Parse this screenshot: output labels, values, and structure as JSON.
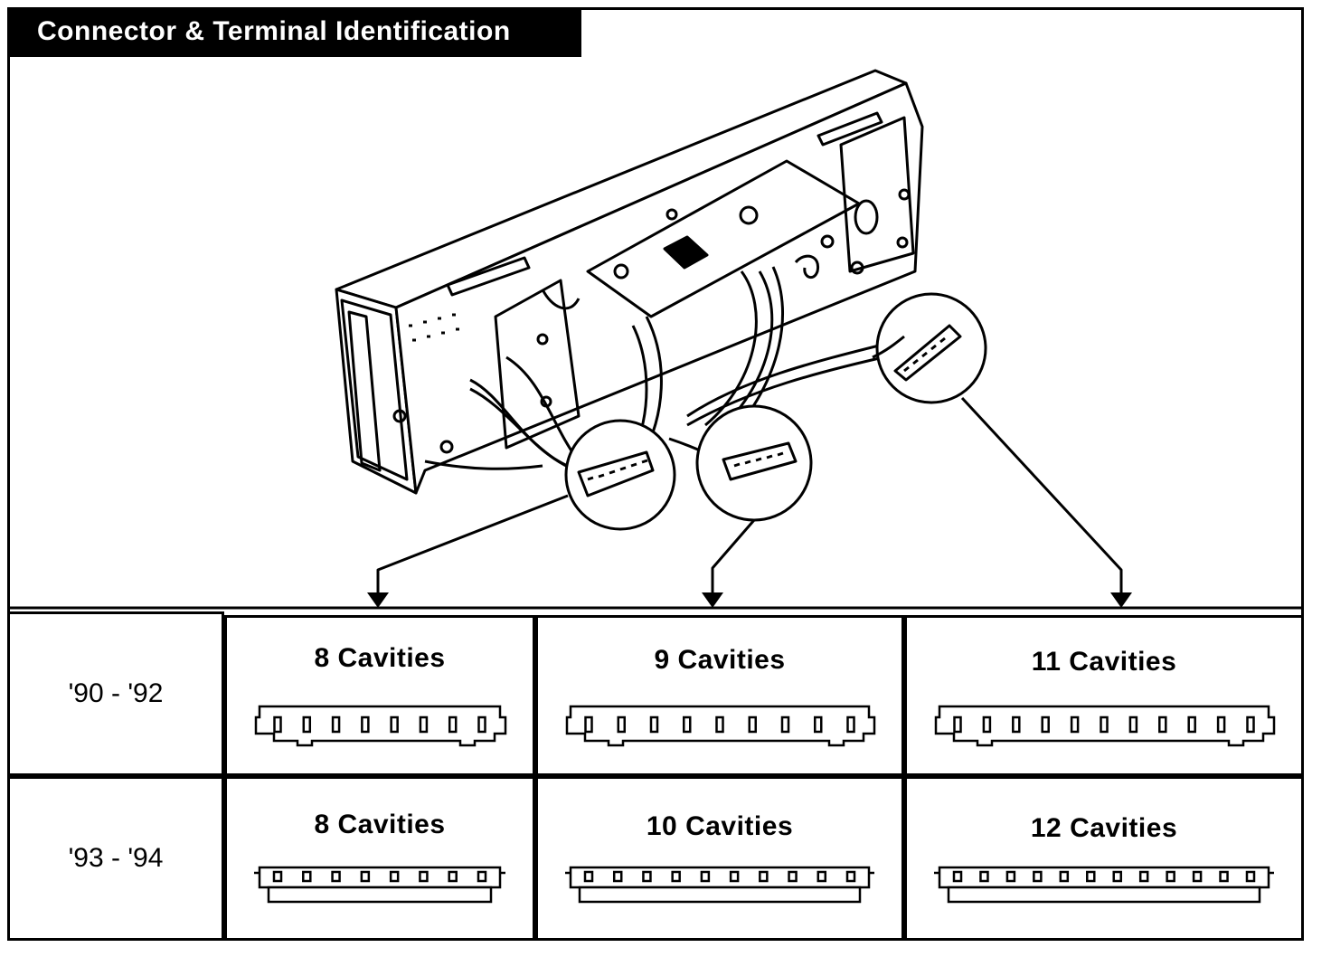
{
  "title": "Connector & Terminal Identification",
  "colors": {
    "ink": "#000000",
    "paper": "#ffffff"
  },
  "table": {
    "rows": [
      {
        "years": "'90 - '92",
        "cells": [
          {
            "label": "8 Cavities",
            "cavities": 8
          },
          {
            "label": "9 Cavities",
            "cavities": 9
          },
          {
            "label": "11 Cavities",
            "cavities": 11
          }
        ]
      },
      {
        "years": "'93 - '94",
        "cells": [
          {
            "label": "8 Cavities",
            "cavities": 8
          },
          {
            "label": "10 Cavities",
            "cavities": 10
          },
          {
            "label": "12 Cavities",
            "cavities": 12
          }
        ]
      }
    ]
  }
}
